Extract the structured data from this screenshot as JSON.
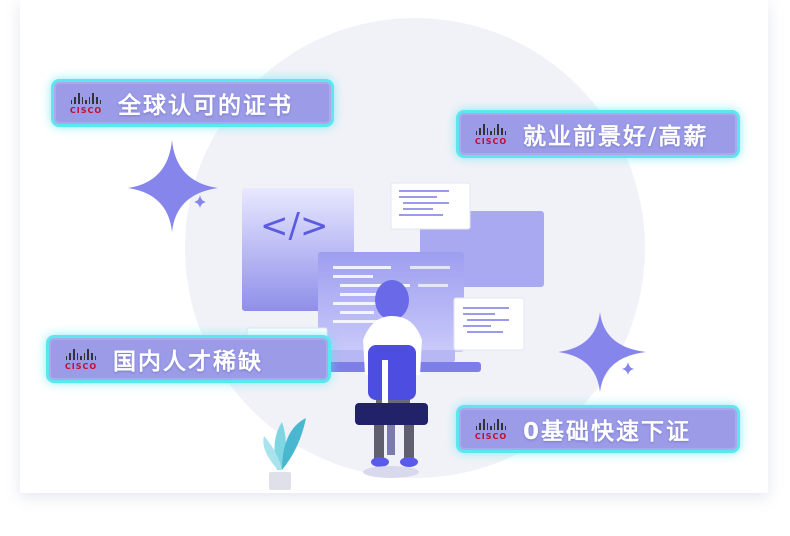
{
  "badges": [
    {
      "logo": "CISCO",
      "label": "全球认可的证书"
    },
    {
      "logo": "CISCO",
      "label": "就业前景好/高薪"
    },
    {
      "logo": "CISCO",
      "label": "国内人才稀缺"
    },
    {
      "logo": "CISCO",
      "label": "0基础快速下证"
    }
  ],
  "illustration": {
    "code_symbol": "</>"
  },
  "colors": {
    "badge_fill": "#9b9be8",
    "badge_border": "#5ee6f0",
    "accent_purple": "#6f6ff0",
    "logo_red": "#c0102a"
  },
  "icons": [
    "cisco-logo-icon",
    "sparkle-icon",
    "plant-icon",
    "code-window-icon",
    "person-at-desk-icon"
  ]
}
